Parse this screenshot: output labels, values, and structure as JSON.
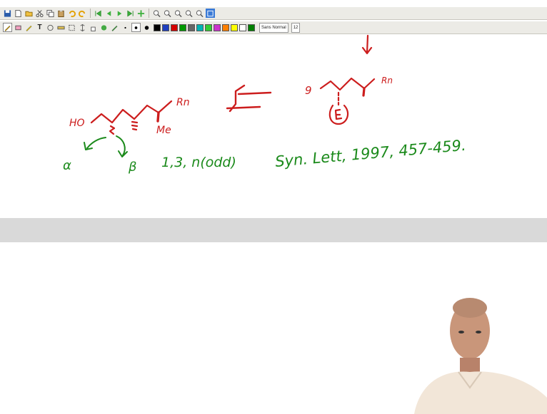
{
  "toolbar": {
    "font_name": "Sans Normal",
    "font_size": "12",
    "icons": [
      "save-icon",
      "new-page-icon",
      "open-icon",
      "cut-icon",
      "copy-icon",
      "paste-icon",
      "undo-icon",
      "redo-icon",
      "first-page-icon",
      "prev-page-icon",
      "next-page-icon",
      "last-page-icon",
      "zoom-out-icon",
      "zoom-in-icon",
      "zoom-fit-icon",
      "zoom-width-icon",
      "zoom-reset-icon",
      "fullscreen-icon"
    ],
    "tools": [
      "pen-icon",
      "eraser-icon",
      "highlighter-icon",
      "text-icon",
      "image-icon",
      "ruler-icon",
      "select-rect-icon",
      "vertical-space-icon",
      "hand-icon",
      "shape-recognizer-icon",
      "default-tool-icon"
    ],
    "pen_colors": [
      "#000000",
      "#1f3fbf",
      "#d40000",
      "#009900",
      "#666666",
      "#00b3b3",
      "#33cc33",
      "#cc33cc",
      "#ff8000",
      "#ffff00",
      "#ffffff",
      "#008000"
    ]
  },
  "notes": {
    "line1_left_ho": "HO",
    "line1_left_r": "Rn",
    "line1_left_me": "Me",
    "line1_right_9": "9",
    "line1_right_r": "Rn",
    "e_label": "E",
    "alpha": "α",
    "beta": "β",
    "odd": "1,3, n(odd)",
    "ref": "Syn. Lett, 1997, 457-459."
  }
}
